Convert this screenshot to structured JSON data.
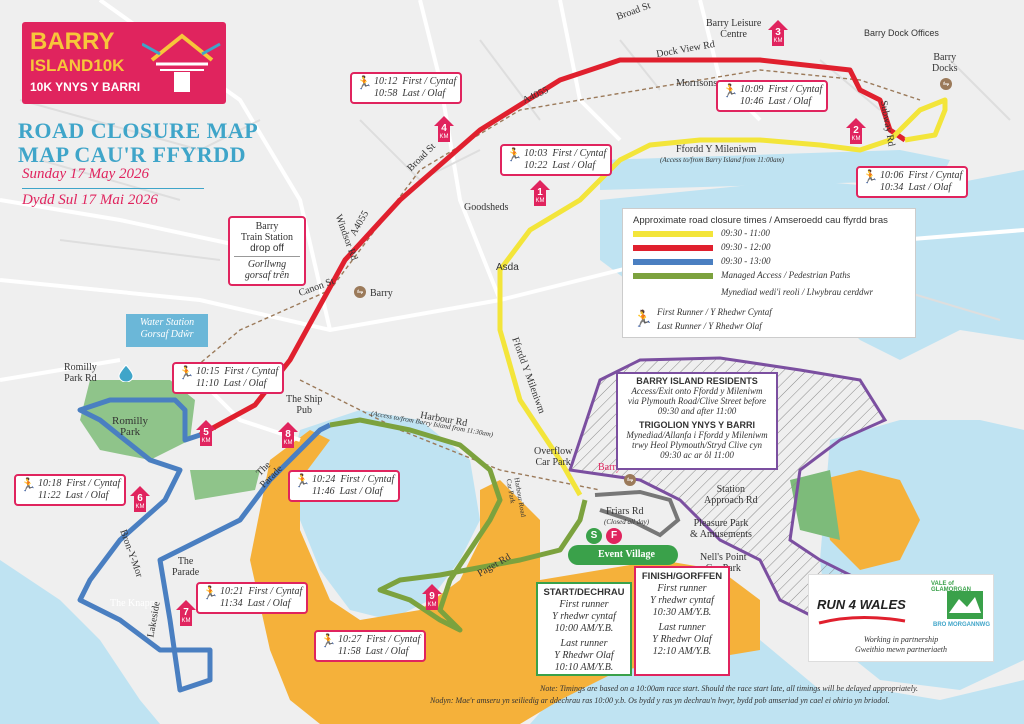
{
  "logo": {
    "line1": "BARRY",
    "line2": "ISLAND10K",
    "line3": "10K YNYS Y BARRI"
  },
  "title": {
    "en": "ROAD CLOSURE MAP",
    "cy": "MAP CAU'R FFYRDD",
    "date_en": "Sunday 17 May 2026",
    "date_cy": "Dydd Sul 17 Mai 2026"
  },
  "colors": {
    "red": "#e0202e",
    "yellow": "#f3e53a",
    "blue": "#4a7fc1",
    "green": "#7ca23e",
    "pink": "#e0245e",
    "sand": "#f5b13a",
    "sea": "#bfe3f2",
    "purple": "#7b4fa0",
    "teal": "#3fa5c9"
  },
  "icons": {
    "runner": "running-person-icon",
    "rail": "train-station-icon",
    "water": "water-drop-icon"
  },
  "streets": {
    "broad_st_top": "Broad St",
    "dock_view_rd": "Dock View Rd",
    "a4055_top": "A4055",
    "broad_st": "Broad St",
    "a4055_mid": "A4055",
    "windsor_rd": "Windsor Rd",
    "canon_st": "Canon St",
    "barry": "Barry",
    "goodsheds": "Goodsheds",
    "morrisons": "Morrisons",
    "barry_leisure": "Barry Leisure\nCentre",
    "barry_dock_offices": "Barry Dock Offices",
    "barry_docks": "Barry\nDocks",
    "subway_rd": "Subway Rd",
    "ffordd_mileniwm": "Ffordd Y Mileniwm",
    "ffordd_access": "(Access to/from Barry Island from 11:00am)",
    "asda": "Asda",
    "ffordd_mileniwm_v": "Ffordd Y Mileniwm",
    "harbour_rd": "Harbour Rd",
    "harbour_access": "(Access to/from Barry Island from 11:30am)",
    "overflow": "Overflow\nCar Park",
    "barry_island": "Barry Island",
    "station_approach": "Station\nApproach Rd",
    "friars_rd": "Friars Rd",
    "friars_closed": "(Closed all day)",
    "pleasure_park": "Pleasure Park\n& Amusements",
    "nells_point": "Nell's Point\nCar Park",
    "harbour_car_park": "Harbour Road\nCar Park",
    "paget_rd": "Paget Rd",
    "romilly_park_rd": "Romilly\nPark Rd",
    "romilly_park": "Romilly\nPark",
    "ship_pub": "The Ship\nPub",
    "the_parade": "The\nParade",
    "the_parade2": "The\nParade",
    "bron_y_mor": "Bron-Y-Mor",
    "lakeside": "Lakeside",
    "the_knap": "The Knapp",
    "event_village": "Event Village"
  },
  "station_dropoff": {
    "line1": "Barry",
    "line2": "Train Station",
    "line3": "drop off",
    "line4": "Gorllwng",
    "line5": "gorsaf trên"
  },
  "water_station": {
    "line1": "Water Station",
    "line2": "Gorsaf Ddŵr"
  },
  "km_markers": [
    {
      "km": "1",
      "label": "KM"
    },
    {
      "km": "2",
      "label": "KM"
    },
    {
      "km": "3",
      "label": "KM"
    },
    {
      "km": "4",
      "label": "KM"
    },
    {
      "km": "5",
      "label": "KM"
    },
    {
      "km": "6",
      "label": "KM"
    },
    {
      "km": "7",
      "label": "KM"
    },
    {
      "km": "8",
      "label": "KM"
    },
    {
      "km": "9",
      "label": "KM"
    }
  ],
  "timing_boxes": [
    {
      "first": "10:12",
      "last": "10:58",
      "first_lbl": "First / Cyntaf",
      "last_lbl": "Last / Olaf"
    },
    {
      "first": "10:09",
      "last": "10:46",
      "first_lbl": "First / Cyntaf",
      "last_lbl": "Last / Olaf"
    },
    {
      "first": "10:03",
      "last": "10:22",
      "first_lbl": "First / Cyntaf",
      "last_lbl": "Last / Olaf"
    },
    {
      "first": "10:06",
      "last": "10:34",
      "first_lbl": "First / Cyntaf",
      "last_lbl": "Last / Olaf"
    },
    {
      "first": "10:15",
      "last": "11:10",
      "first_lbl": "First / Cyntaf",
      "last_lbl": "Last / Olaf"
    },
    {
      "first": "10:18",
      "last": "11:22",
      "first_lbl": "First / Cyntaf",
      "last_lbl": "Last / Olaf"
    },
    {
      "first": "10:24",
      "last": "11:46",
      "first_lbl": "First / Cyntaf",
      "last_lbl": "Last / Olaf"
    },
    {
      "first": "10:21",
      "last": "11:34",
      "first_lbl": "First / Cyntaf",
      "last_lbl": "Last / Olaf"
    },
    {
      "first": "10:27",
      "last": "11:58",
      "first_lbl": "First / Cyntaf",
      "last_lbl": "Last / Olaf"
    }
  ],
  "legend": {
    "title": "Approximate road closure times / Amseroedd cau ffyrdd bras",
    "items": [
      {
        "color": "#f3e53a",
        "text": "09:30 - 11:00"
      },
      {
        "color": "#e0202e",
        "text": "09:30 - 12:00"
      },
      {
        "color": "#4a7fc1",
        "text": "09:30 - 13:00"
      },
      {
        "color": "#7ca23e",
        "text": "Managed Access / Pedestrian Paths"
      }
    ],
    "managed_cy": "Mynediad wedi'i reoli      / Llwybrau cerddwr",
    "first_runner": "First Runner / Y Rhedwr Cyntaf",
    "last_runner": "Last Runner / Y Rhedwr Olaf"
  },
  "residents": {
    "title_en": "BARRY ISLAND RESIDENTS",
    "body_en1": "Access/Exit onto Ffordd y Mileniwm",
    "body_en2": "via Plymouth Road/Clive Street before",
    "body_en3": "09:30 and after 11:00",
    "title_cy": "TRIGOLION YNYS Y BARRI",
    "body_cy1": "Mynediad/Allanfa i Ffordd y Mileniwm",
    "body_cy2": "trwy Heol Plymouth/Stryd Clive cyn",
    "body_cy3": "09:30 ac ar ôl 11:00"
  },
  "start": {
    "title": "START/DECHRAU",
    "l1": "First runner",
    "l2": "Y rhedwr cyntaf",
    "l3": "10:00 AM/Y.B.",
    "l4": "Last runner",
    "l5": "Y Rhedwr Olaf",
    "l6": "10:10 AM/Y.B.",
    "s": "S"
  },
  "finish": {
    "title": "FINISH/GORFFEN",
    "l1": "First runner",
    "l2": "Y rhedwr cyntaf",
    "l3": "10:30 AM/Y.B.",
    "l4": "Last runner",
    "l5": "Y Rhedwr Olaf",
    "l6": "12:10 AM/Y.B.",
    "f": "F"
  },
  "partners": {
    "run4wales": "RUN 4 WALES",
    "vog1": "VALE of GLAMORGAN",
    "vog2": "BRO MORGANNWG",
    "p_en": "Working in partnership",
    "p_cy": "Gweithio mewn partneriaeth"
  },
  "note": {
    "en": "Note: Timings are based on a 10:00am race start. Should the race start late, all timings will be delayed appropriately.",
    "cy": "Nodyn: Mae'r amseru yn seiliedig ar ddechrau ras 10:00 y.b. Os bydd y ras yn dechrau'n hwyr, bydd pob amseriad yn cael ei ohirio yn briodol."
  }
}
